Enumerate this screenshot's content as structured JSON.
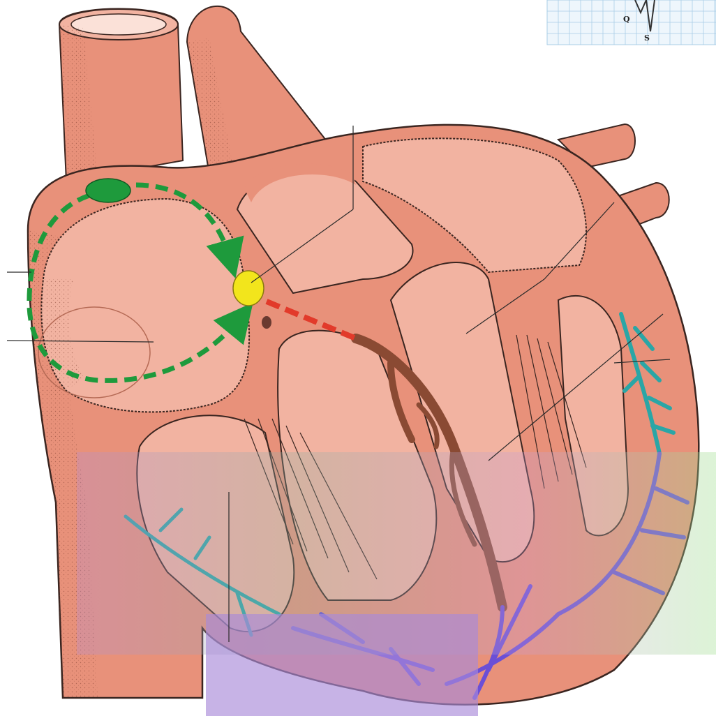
{
  "ecg_inset": {
    "labels": [
      "Q",
      "S"
    ],
    "grid_color": "#a9cde6",
    "trace_color": "#333333"
  },
  "colors": {
    "heart_wall": "#e8917a",
    "heart_light": "#f2b3a1",
    "heart_shadow": "#c9694f",
    "outline": "#3a2520",
    "sa_node": "#1e9a3c",
    "internodal_path": "#1e9a3c",
    "av_node": "#f2e51c",
    "bundle_of_his": "#e23a2a",
    "bundle_branch": "#8a4a33",
    "purkinje_upper": "#2aa6a6",
    "purkinje_lower": "#6b4fd6"
  },
  "icons": {
    "sa_node": "sa-node-marker",
    "av_node": "av-node-marker"
  }
}
